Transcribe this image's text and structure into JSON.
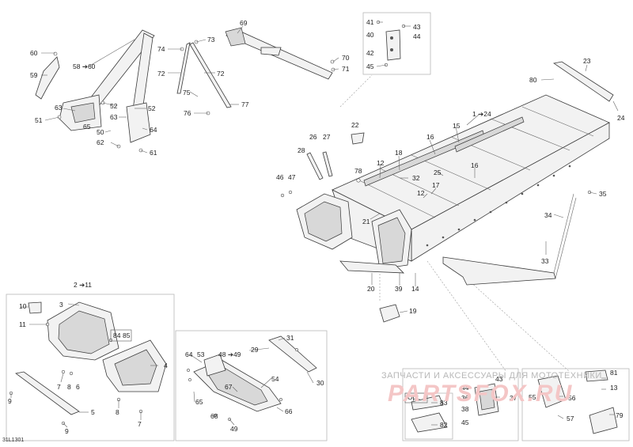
{
  "drawing_code": "31L1301",
  "watermark": {
    "line1": "ЗАПЧАСТИ И АКСЕССУАРЫ ДЛЯ МОТОТЕХНИКИ",
    "logo": "PARTSFOX.RU"
  },
  "callouts": [
    {
      "id": "c69",
      "text": "69"
    },
    {
      "id": "c73",
      "text": "73"
    },
    {
      "id": "c74",
      "text": "74"
    },
    {
      "id": "c72a",
      "text": "72"
    },
    {
      "id": "c72b",
      "text": "72"
    },
    {
      "id": "c75",
      "text": "75"
    },
    {
      "id": "c76",
      "text": "76"
    },
    {
      "id": "c77",
      "text": "77"
    },
    {
      "id": "c70",
      "text": "70"
    },
    {
      "id": "c71",
      "text": "71"
    },
    {
      "id": "c60",
      "text": "60"
    },
    {
      "id": "c5860",
      "text": "58 ➔60"
    },
    {
      "id": "c59",
      "text": "59"
    },
    {
      "id": "c63a",
      "text": "63"
    },
    {
      "id": "c52a",
      "text": "52"
    },
    {
      "id": "c52b",
      "text": "52"
    },
    {
      "id": "c51",
      "text": "51"
    },
    {
      "id": "c63b",
      "text": "63"
    },
    {
      "id": "c65a",
      "text": "65"
    },
    {
      "id": "c50",
      "text": "50"
    },
    {
      "id": "c64a",
      "text": "64"
    },
    {
      "id": "c62",
      "text": "62"
    },
    {
      "id": "c61",
      "text": "61"
    },
    {
      "id": "c41",
      "text": "41"
    },
    {
      "id": "c43a",
      "text": "43"
    },
    {
      "id": "c40",
      "text": "40"
    },
    {
      "id": "c44a",
      "text": "44"
    },
    {
      "id": "c42",
      "text": "42"
    },
    {
      "id": "c45a",
      "text": "45"
    },
    {
      "id": "c23",
      "text": "23"
    },
    {
      "id": "c80",
      "text": "80"
    },
    {
      "id": "c24",
      "text": "24"
    },
    {
      "id": "c124",
      "text": "1 ➔24"
    },
    {
      "id": "c15",
      "text": "15"
    },
    {
      "id": "c22",
      "text": "22"
    },
    {
      "id": "c26",
      "text": "26"
    },
    {
      "id": "c27",
      "text": "27"
    },
    {
      "id": "c28",
      "text": "28"
    },
    {
      "id": "c16a",
      "text": "16"
    },
    {
      "id": "c18",
      "text": "18"
    },
    {
      "id": "c12a",
      "text": "12"
    },
    {
      "id": "c16b",
      "text": "16"
    },
    {
      "id": "c25",
      "text": "25"
    },
    {
      "id": "c78",
      "text": "78"
    },
    {
      "id": "c32",
      "text": "32"
    },
    {
      "id": "c46",
      "text": "46"
    },
    {
      "id": "c47",
      "text": "47"
    },
    {
      "id": "c17",
      "text": "17"
    },
    {
      "id": "c12b",
      "text": "12"
    },
    {
      "id": "c35",
      "text": "35"
    },
    {
      "id": "c21",
      "text": "21"
    },
    {
      "id": "c34",
      "text": "34"
    },
    {
      "id": "c33",
      "text": "33"
    },
    {
      "id": "c20",
      "text": "20"
    },
    {
      "id": "c39",
      "text": "39"
    },
    {
      "id": "c14",
      "text": "14"
    },
    {
      "id": "c19",
      "text": "19"
    },
    {
      "id": "c211",
      "text": "2 ➔11"
    },
    {
      "id": "c10",
      "text": "10"
    },
    {
      "id": "c3",
      "text": "3"
    },
    {
      "id": "c11",
      "text": "11"
    },
    {
      "id": "c84",
      "text": "84"
    },
    {
      "id": "c85",
      "text": "85"
    },
    {
      "id": "c4",
      "text": "4"
    },
    {
      "id": "c7a",
      "text": "7"
    },
    {
      "id": "c8a",
      "text": "8"
    },
    {
      "id": "c6",
      "text": "6"
    },
    {
      "id": "c9a",
      "text": "9"
    },
    {
      "id": "c5",
      "text": "5"
    },
    {
      "id": "c8b",
      "text": "8"
    },
    {
      "id": "c7b",
      "text": "7"
    },
    {
      "id": "c9b",
      "text": "9"
    },
    {
      "id": "c31",
      "text": "31"
    },
    {
      "id": "c64b",
      "text": "64"
    },
    {
      "id": "c53",
      "text": "53"
    },
    {
      "id": "c4849",
      "text": "48 ➔49"
    },
    {
      "id": "c29",
      "text": "29"
    },
    {
      "id": "c54",
      "text": "54"
    },
    {
      "id": "c67",
      "text": "67"
    },
    {
      "id": "c30",
      "text": "30"
    },
    {
      "id": "c65b",
      "text": "65"
    },
    {
      "id": "c68",
      "text": "68"
    },
    {
      "id": "c66",
      "text": "66"
    },
    {
      "id": "c49",
      "text": "49"
    },
    {
      "id": "c44b",
      "text": "44"
    },
    {
      "id": "c43b",
      "text": "43"
    },
    {
      "id": "c36",
      "text": "36"
    },
    {
      "id": "c37",
      "text": "37"
    },
    {
      "id": "c38",
      "text": "38"
    },
    {
      "id": "c45b",
      "text": "45"
    },
    {
      "id": "c55",
      "text": "55"
    },
    {
      "id": "c56",
      "text": "56"
    },
    {
      "id": "c57",
      "text": "57"
    },
    {
      "id": "c81",
      "text": "81"
    },
    {
      "id": "c13",
      "text": "13"
    },
    {
      "id": "c79",
      "text": "79"
    },
    {
      "id": "copt",
      "text": "Opt."
    },
    {
      "id": "c83",
      "text": "83"
    },
    {
      "id": "c82",
      "text": "82"
    }
  ]
}
